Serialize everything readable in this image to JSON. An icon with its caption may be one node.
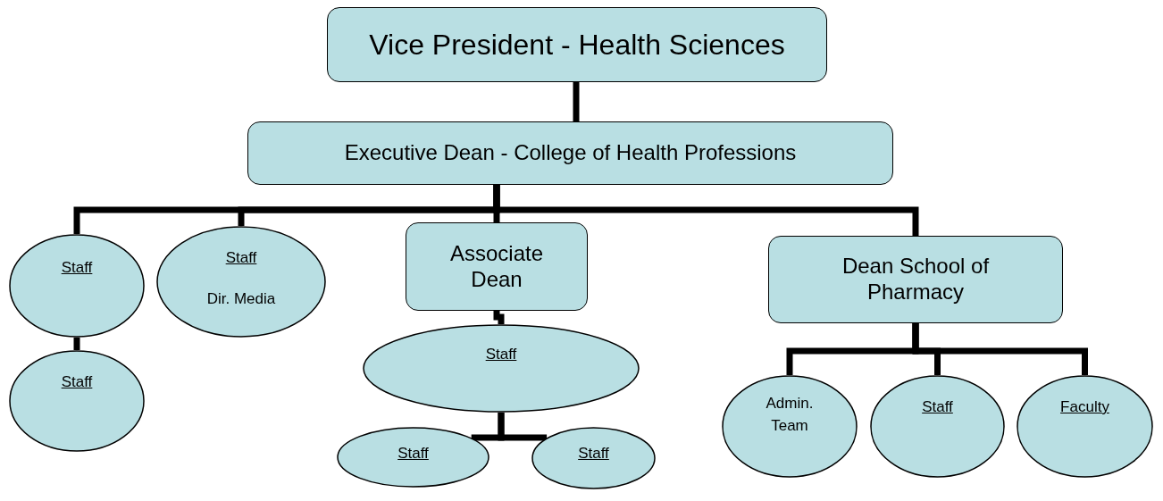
{
  "diagram": {
    "nodes": [
      {
        "text": [
          "Vice President - Health Sciences"
        ]
      },
      {
        "text": [
          "Executive Dean - College of Health Professions"
        ]
      },
      {
        "text": [
          "Staff"
        ]
      },
      {
        "text": [
          "Staff"
        ]
      },
      {
        "text": [
          "Staff",
          "Dir. Media"
        ]
      },
      {
        "text": [
          "Associate Dean"
        ]
      },
      {
        "text": [
          "Staff"
        ]
      },
      {
        "text": [
          "Staff"
        ]
      },
      {
        "text": [
          "Staff"
        ]
      },
      {
        "text": [
          "Dean School of Pharmacy"
        ]
      },
      {
        "text": [
          "Admin. Team"
        ]
      },
      {
        "text": [
          "Staff"
        ]
      },
      {
        "text": [
          "Faculty"
        ]
      }
    ],
    "edges": [
      {
        "from": 0,
        "to": 1,
        "arrow": "none"
      },
      {
        "from": 1,
        "to": 2,
        "arrow": "none"
      },
      {
        "from": 1,
        "to": 4,
        "arrow": "none"
      },
      {
        "from": 1,
        "to": 5,
        "arrow": "none"
      },
      {
        "from": 1,
        "to": 9,
        "arrow": "none"
      },
      {
        "from": 2,
        "to": 3,
        "arrow": "none"
      },
      {
        "from": 5,
        "to": 6,
        "arrow": "none"
      },
      {
        "from": 6,
        "to": 7,
        "arrow": "none"
      },
      {
        "from": 6,
        "to": 8,
        "arrow": "none"
      },
      {
        "from": 9,
        "to": 10,
        "arrow": "none"
      },
      {
        "from": 9,
        "to": 11,
        "arrow": "none"
      },
      {
        "from": 9,
        "to": 12,
        "arrow": "none"
      }
    ]
  }
}
